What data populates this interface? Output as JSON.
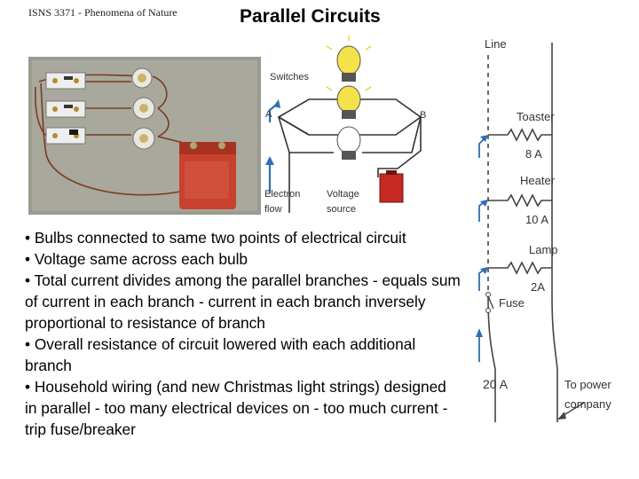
{
  "header": {
    "course": "ISNS 3371 - Phenomena of Nature",
    "title": "Parallel Circuits"
  },
  "diagram": {
    "switches": "Switches",
    "point_a": "A",
    "point_b": "B",
    "electron_flow_1": "Electron",
    "electron_flow_2": "flow",
    "voltage_source_1": "Voltage",
    "voltage_source_2": "source"
  },
  "house_wiring": {
    "line": "Line",
    "toaster": "Toaster",
    "toaster_current": "8 A",
    "heater": "Heater",
    "heater_current": "10 A",
    "lamp": "Lamp",
    "lamp_current": "2A",
    "fuse": "Fuse",
    "total_current": "20 A",
    "power_company_1": "To power",
    "power_company_2": "company"
  },
  "bullets": [
    "• Bulbs connected to same two points of electrical circuit",
    "• Voltage same across each bulb",
    "• Total current divides among the parallel branches - equals sum of current in each branch - current in each branch inversely proportional to resistance of branch",
    "• Overall resistance of circuit lowered with each additional branch",
    "• Household wiring (and new Christmas light strings) designed in parallel - too many electrical devices on  - too much current - trip fuse/breaker"
  ]
}
